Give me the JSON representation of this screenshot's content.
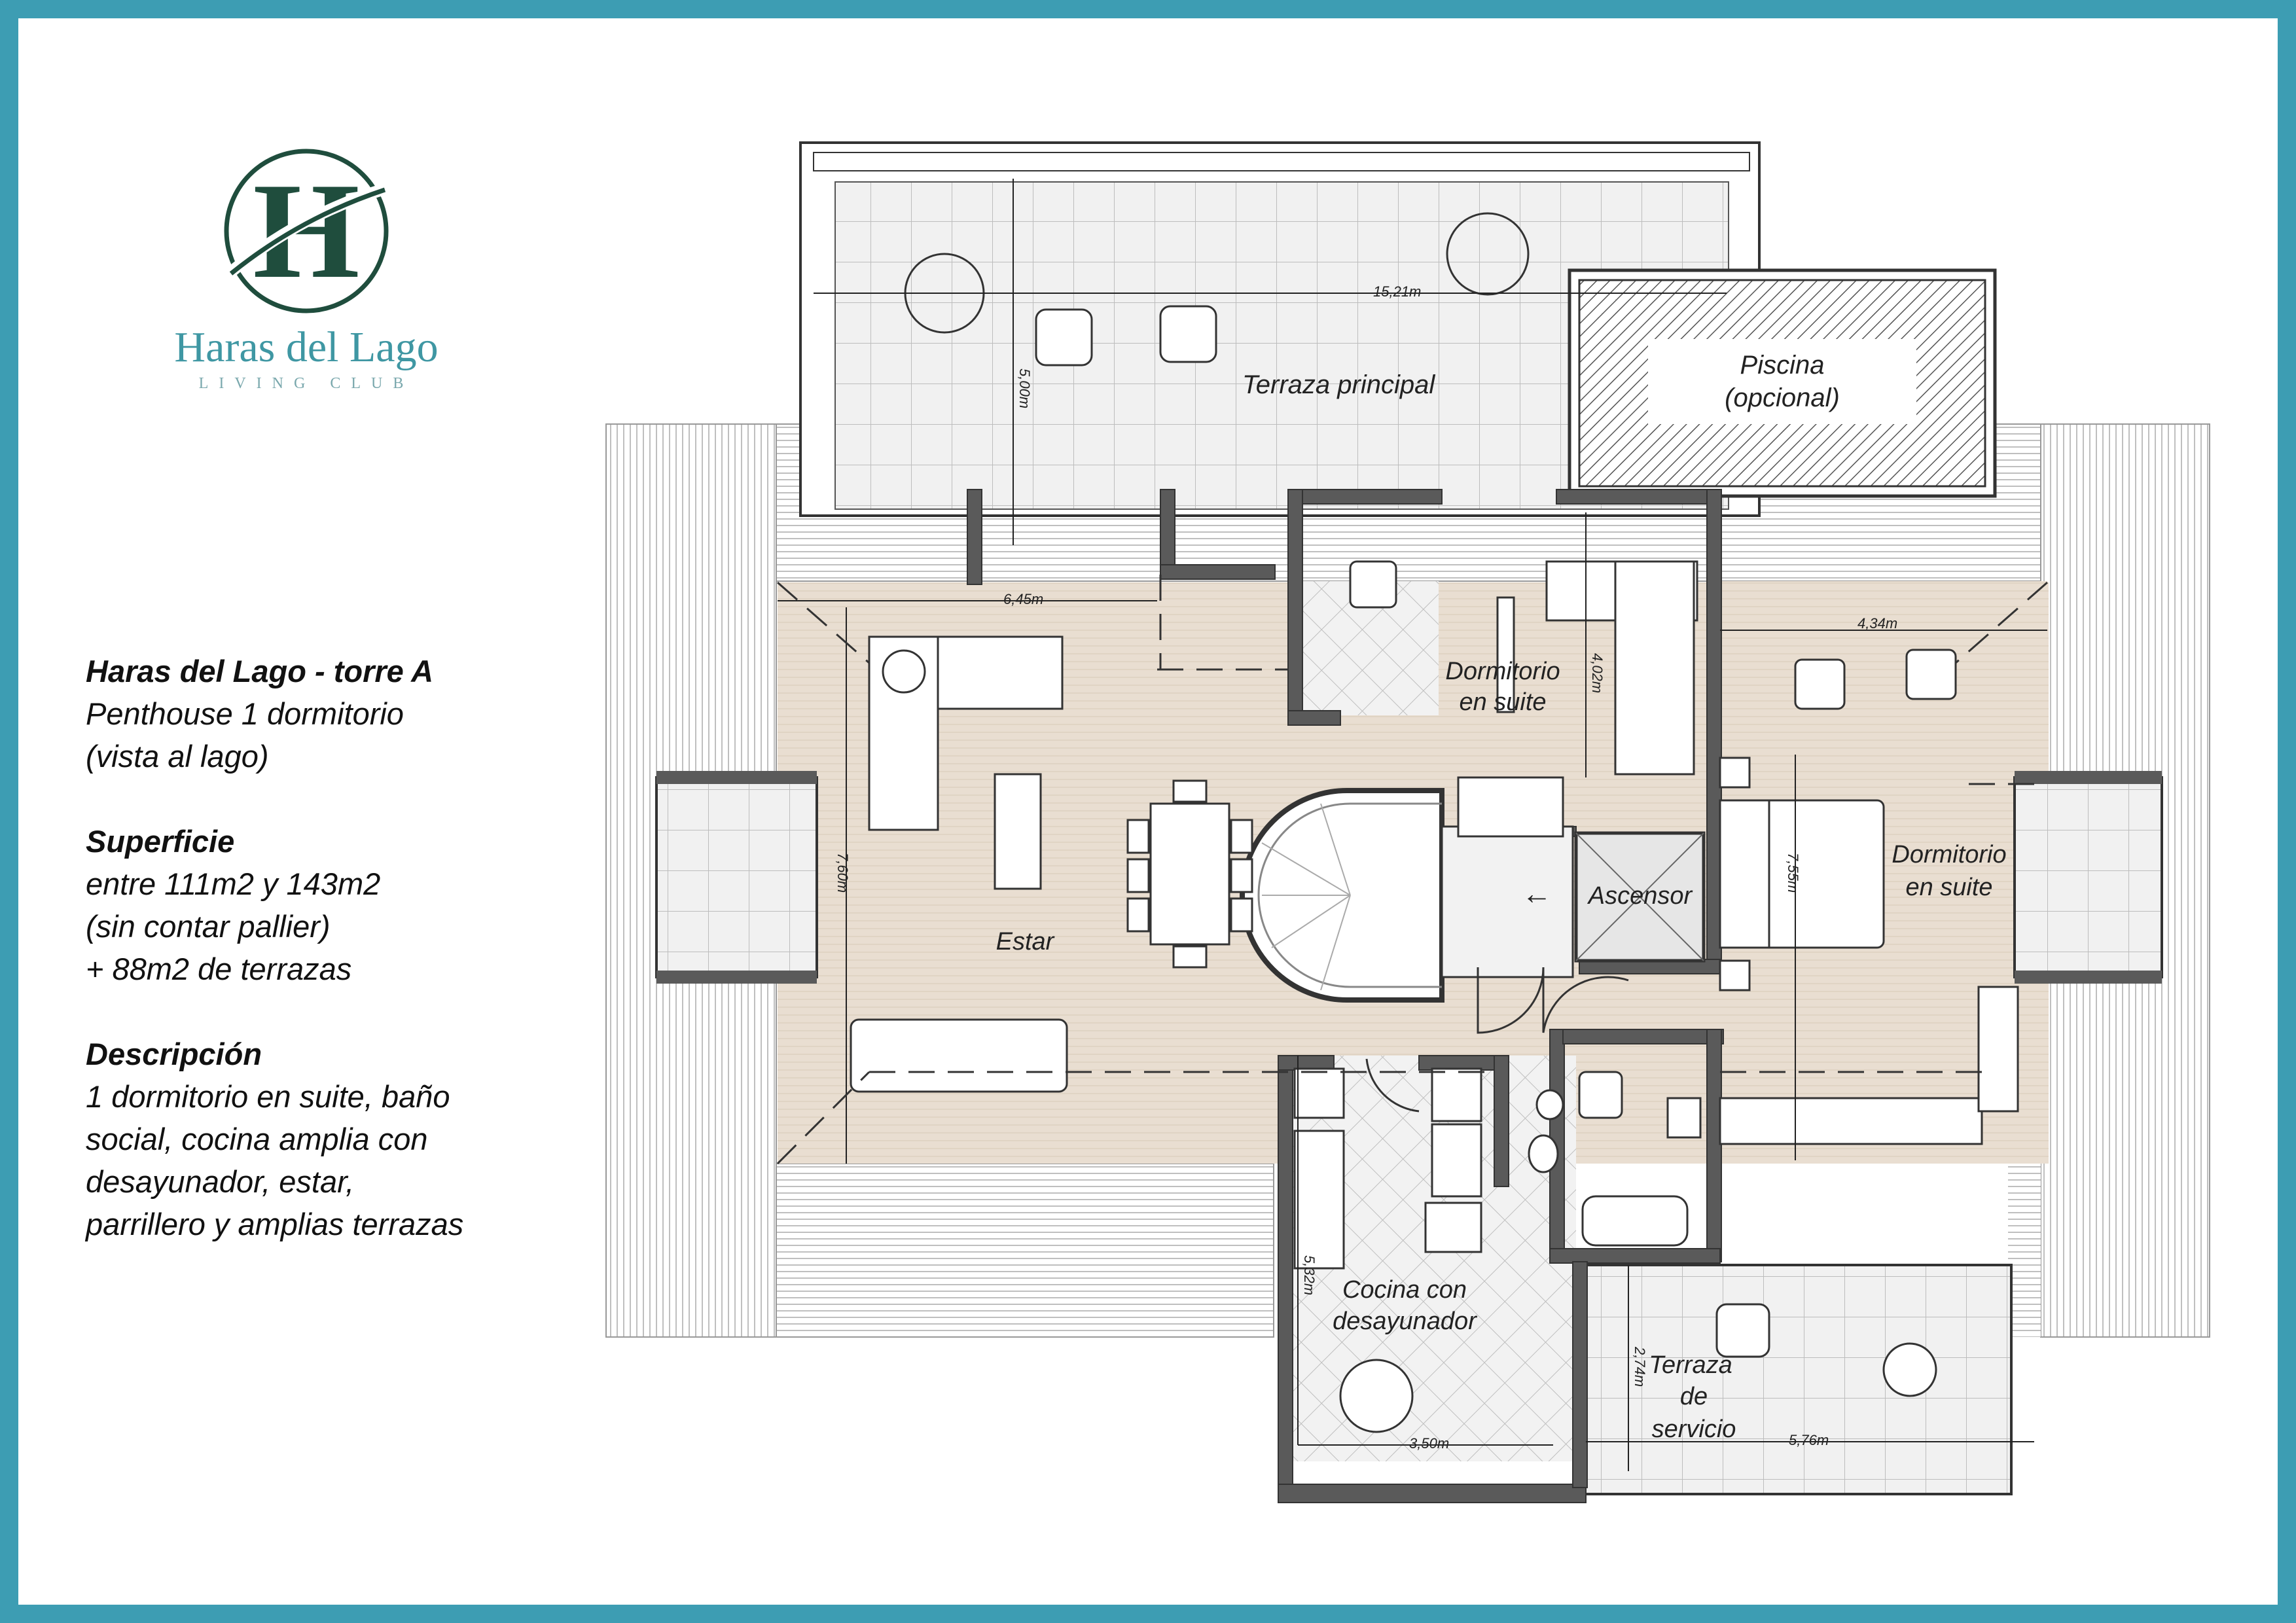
{
  "brand": {
    "name": "Haras del Lago",
    "tagline": "LIVING CLUB",
    "monogram": "H",
    "color_primary": "#1f4d3d",
    "color_accent": "#3f97a3"
  },
  "info": {
    "title": "Haras del Lago - torre A",
    "subtitle_1": "Penthouse 1 dormitorio",
    "subtitle_2": "(vista al lago)",
    "surface_heading": "Superficie",
    "surface_1": "entre 111m2 y 143m2",
    "surface_2": "(sin contar pallier)",
    "surface_3": "+ 88m2 de terrazas",
    "desc_heading": "Descripción",
    "desc_1": "1 dormitorio en suite, baño",
    "desc_2": "social, cocina amplia con",
    "desc_3": "desayunador,  estar,",
    "desc_4": "parrillero y amplias terrazas"
  },
  "rooms": {
    "terraza_principal": "Terraza principal",
    "piscina_1": "Piscina",
    "piscina_2": "(opcional)",
    "dormitorio_a_1": "Dormitorio",
    "dormitorio_a_2": "en suite",
    "dormitorio_b_1": "Dormitorio",
    "dormitorio_b_2": "en suite",
    "estar": "Estar",
    "ascensor": "Ascensor",
    "ascensor_arrow": "←",
    "cocina_1": "Cocina con",
    "cocina_2": "desayunador",
    "terraza_servicio_1": "Terraza",
    "terraza_servicio_2": "de",
    "terraza_servicio_3": "servicio"
  },
  "dimensions": {
    "d_15_21": "15,21m",
    "d_5_00": "5,00m",
    "d_6_45": "6,45m",
    "d_4_34": "4,34m",
    "d_4_02": "4,02m",
    "d_7_60": "7,60m",
    "d_7_55": "7,55m",
    "d_5_32": "5,32m",
    "d_3_50": "3,50m",
    "d_2_74": "2,74m",
    "d_5_76": "5,76m"
  },
  "colors": {
    "frame": "#3d9db3",
    "floor": "#e8ddd0",
    "wall": "#5a5a5a",
    "terrace": "#f2f2f2"
  }
}
